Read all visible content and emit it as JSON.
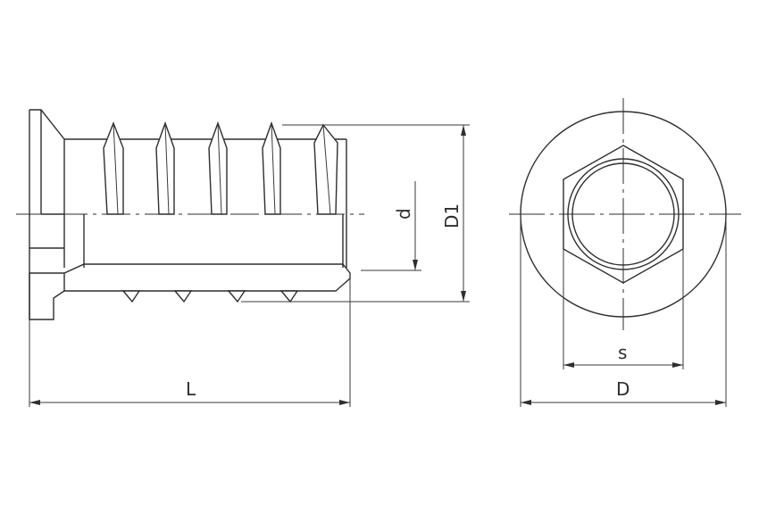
{
  "drawing": {
    "subject": "furniture-insert-nut-technical-drawing",
    "line_color": "#2e2e2e",
    "background": "#ffffff"
  },
  "labels": {
    "L": "L",
    "d": "d",
    "D1": "D1",
    "s": "s",
    "D": "D"
  }
}
